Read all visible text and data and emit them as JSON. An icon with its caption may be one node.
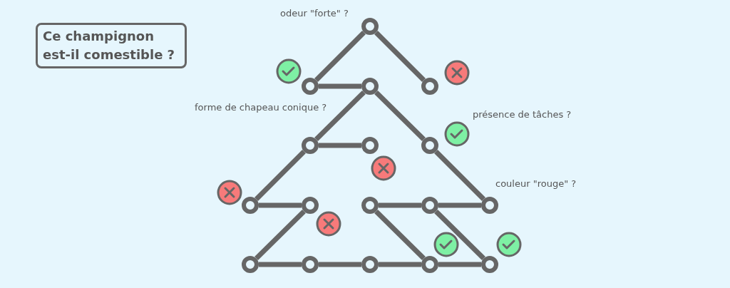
{
  "diagram": {
    "title": "Ce champignon est-il comestible ?",
    "nodes": [
      {
        "text": [],
        "shape": "circle"
      },
      {
        "text": [],
        "shape": "circle"
      },
      {
        "text": [],
        "shape": "circle"
      },
      {
        "text": [],
        "shape": "circle"
      },
      {
        "text": [],
        "shape": "circle"
      },
      {
        "text": [],
        "shape": "circle"
      },
      {
        "text": [],
        "shape": "circle"
      },
      {
        "text": [],
        "shape": "circle"
      },
      {
        "text": [],
        "shape": "circle"
      },
      {
        "text": [],
        "shape": "circle"
      },
      {
        "text": [],
        "shape": "circle"
      },
      {
        "text": [],
        "shape": "circle"
      },
      {
        "text": [],
        "shape": "circle"
      },
      {
        "text": [],
        "shape": "circle"
      },
      {
        "text": [],
        "shape": "circle"
      },
      {
        "text": [],
        "shape": "circle"
      },
      {
        "text": [],
        "shape": "circle"
      }
    ],
    "edges": [
      {
        "from": 0,
        "to": 1,
        "arrow": "none"
      },
      {
        "from": 0,
        "to": 3,
        "arrow": "none"
      },
      {
        "from": 1,
        "to": 2,
        "arrow": "none"
      },
      {
        "from": 2,
        "to": 4,
        "arrow": "none"
      },
      {
        "from": 2,
        "to": 6,
        "arrow": "none"
      },
      {
        "from": 4,
        "to": 5,
        "arrow": "none"
      },
      {
        "from": 4,
        "to": 7,
        "arrow": "none"
      },
      {
        "from": 7,
        "to": 8,
        "arrow": "none"
      },
      {
        "from": 6,
        "to": 11,
        "arrow": "none"
      },
      {
        "from": 9,
        "to": 10,
        "arrow": "none"
      },
      {
        "from": 10,
        "to": 11,
        "arrow": "none"
      },
      {
        "from": 8,
        "to": 12,
        "arrow": "none"
      },
      {
        "from": 9,
        "to": 15,
        "arrow": "none"
      },
      {
        "from": 10,
        "to": 16,
        "arrow": "none"
      },
      {
        "from": 12,
        "to": 13,
        "arrow": "none"
      },
      {
        "from": 13,
        "to": 14,
        "arrow": "none"
      },
      {
        "from": 14,
        "to": 15,
        "arrow": "none"
      },
      {
        "from": 15,
        "to": 16,
        "arrow": "none"
      }
    ],
    "labels": [
      "odeur \"forte\" ?",
      "forme de chapeau conique ?",
      "présence de tâches ?",
      "couleur \"rouge\" ?"
    ]
  }
}
